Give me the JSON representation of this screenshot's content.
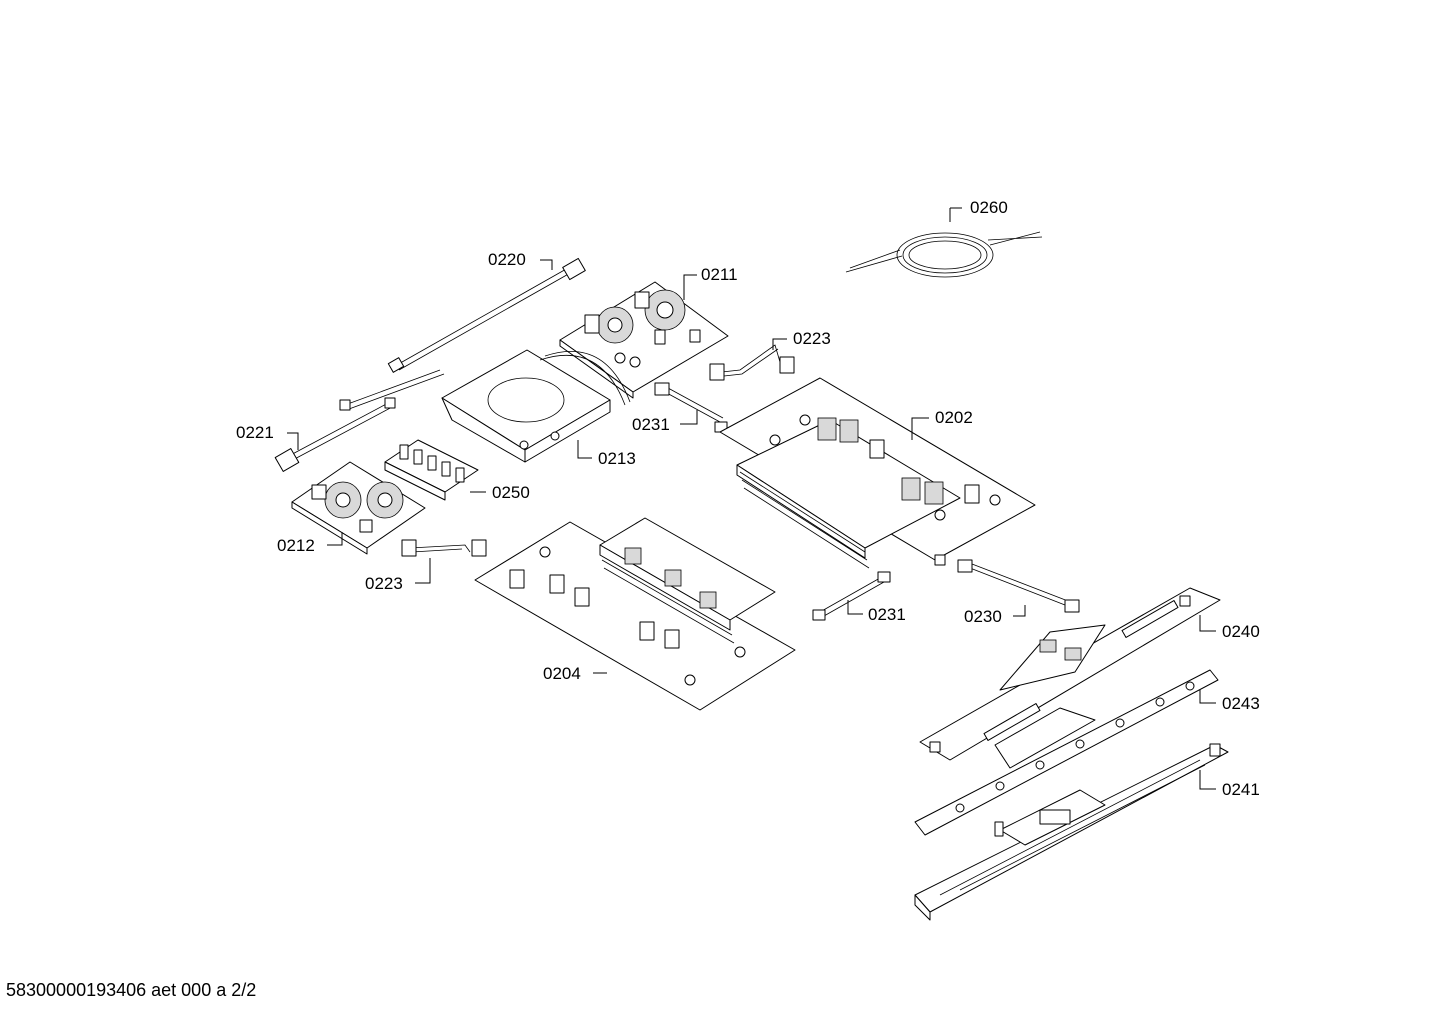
{
  "footer": "58300000193406 aet 000 a 2/2",
  "parts": {
    "p0260": "0260",
    "p0220": "0220",
    "p0211": "0211",
    "p0223a": "0223",
    "p0221": "0221",
    "p0231a": "0231",
    "p0202": "0202",
    "p0213": "0213",
    "p0250": "0250",
    "p0212": "0212",
    "p0223b": "0223",
    "p0231b": "0231",
    "p0230": "0230",
    "p0240": "0240",
    "p0204": "0204",
    "p0243": "0243",
    "p0241": "0241"
  }
}
